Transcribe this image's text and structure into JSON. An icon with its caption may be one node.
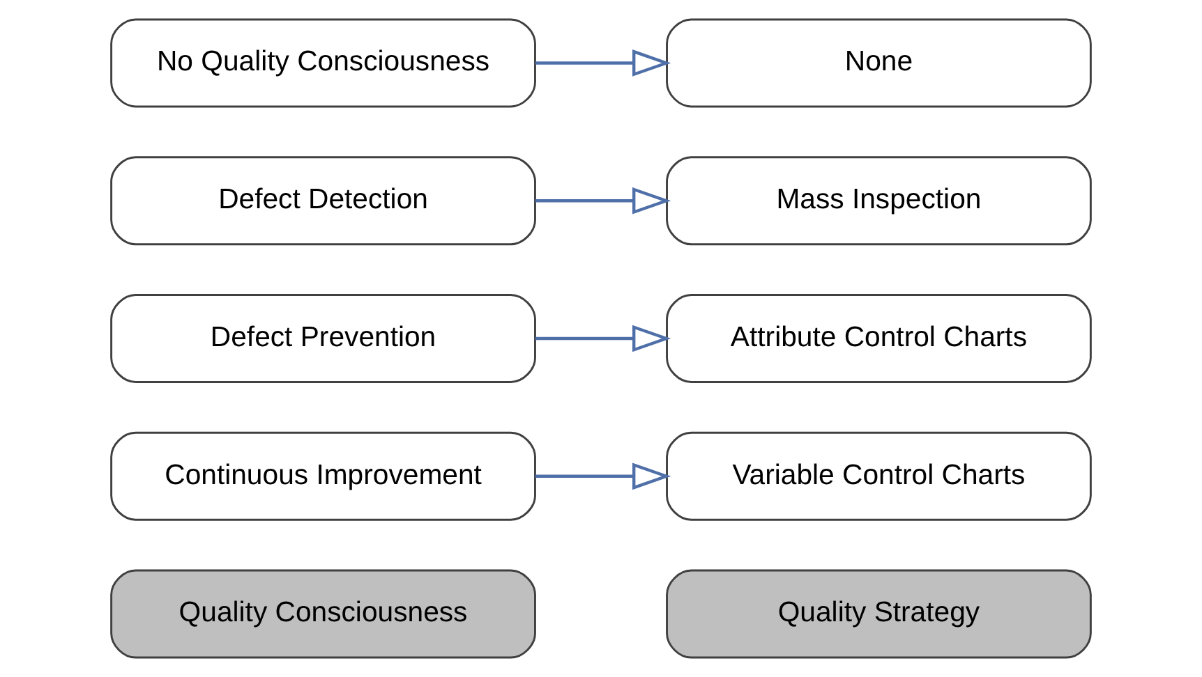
{
  "diagram": {
    "nodes": [
      {
        "text": [
          "Quality Consciousness"
        ]
      },
      {
        "text": [
          "Quality Strategy"
        ]
      },
      {
        "text": [
          "Continuous Improvement"
        ]
      },
      {
        "text": [
          "Variable Control Charts"
        ]
      },
      {
        "text": [
          "Defect Prevention"
        ]
      },
      {
        "text": [
          "Attribute Control Charts"
        ]
      },
      {
        "text": [
          "Defect Detection"
        ]
      },
      {
        "text": [
          "Mass Inspection"
        ]
      },
      {
        "text": [
          "No Quality Consciousness"
        ]
      },
      {
        "text": [
          "None"
        ]
      }
    ],
    "edges": [
      {
        "from": 2,
        "to": 3,
        "arrow": "to"
      },
      {
        "from": 4,
        "to": 5,
        "arrow": "to"
      },
      {
        "from": 6,
        "to": 7,
        "arrow": "to"
      },
      {
        "from": 8,
        "to": 9,
        "arrow": "to"
      }
    ]
  }
}
